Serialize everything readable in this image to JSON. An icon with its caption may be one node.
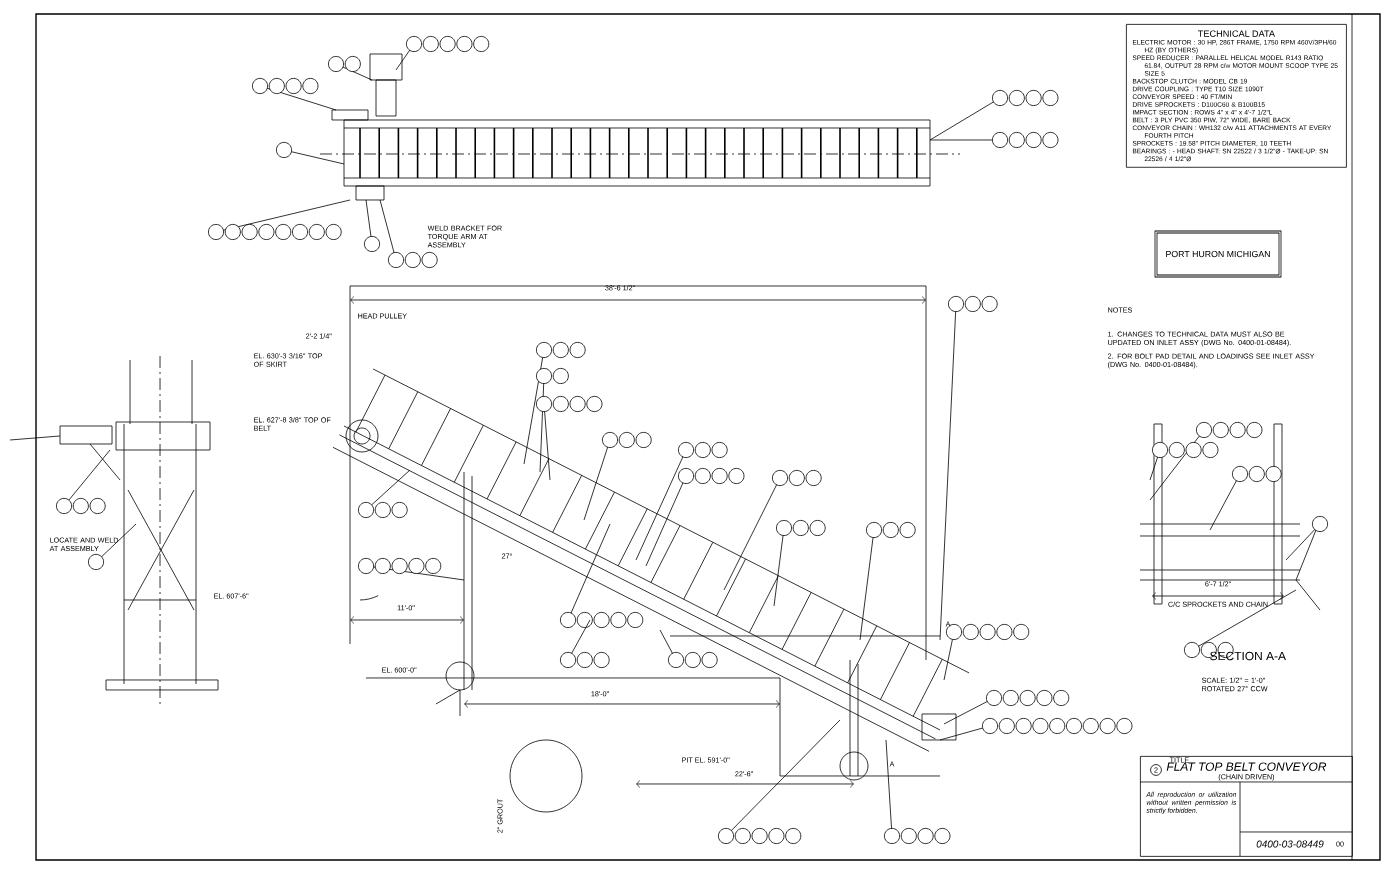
{
  "diagram": {
    "nodes": [
      {
        "text": [
          "TECHNICAL DATA",
          "ELECTRIC MOTOR : 30 HP, 286T FRAME, 1750 RPM 460V/3PH/60 HZ (BY OTHERS)",
          "SPEED REDUCER : PARALLEL HELICAL MODEL R143 RATIO 61.84, OUTPUT 28 RPM c/w MOTOR MOUNT SCOOP TYPE 25 SIZE 5",
          "BACKSTOP CLUTCH : MODEL CB 19",
          "DRIVE COUPLING : TYPE T10 SIZE 1090T",
          "CONVEYOR SPEED : 40 FT/MIN",
          "DRIVE SPROCKETS : D100C60 & B100B15",
          "IMPACT SECTION : ROWS 4\" x 4\" x 4'-7 1/2\"L",
          "BELT : 3 PLY PVC 350 PIW, 72\" WIDE, BARE BACK",
          "CONVEYOR CHAIN : WH132 c/w A11 ATTACHMENTS AT EVERY FOURTH PITCH",
          "SPROCKETS : 19.58\" PITCH DIAMETER, 10 TEETH",
          "BEARINGS : - HEAD SHAFT: SN 22522 / 3 1/2\"Ø - TAKE-UP: SN 22526 / 4 1/2\"Ø"
        ]
      },
      {
        "text": [
          "PORT HURON MICHIGAN"
        ]
      },
      {
        "text": [
          "FLAT TOP BELT CONVEYOR",
          "(CHAIN DRIVEN)",
          "All reproduction or utilization without written permission is strictly forbidden."
        ]
      }
    ],
    "labels": [
      "WELD BRACKET FOR TORQUE ARM AT ASSEMBLY",
      "NOTES",
      "1. CHANGES TO TECHNICAL DATA MUST ALSO BE UPDATED ON INLET ASSY (DWG No. 0400-01-08484).",
      "2. FOR BOLT PAD DETAIL AND LOADINGS SEE INLET ASSY (DWG No. 0400-01-08484).",
      "HEAD PULLEY",
      "38'-6 1/2\"",
      "2'-2 1/4\"",
      "EL. 630'-3 3/16\" TOP OF SKIRT",
      "EL. 627'-8 3/8\" TOP OF BELT",
      "LOCATE AND WELD AT ASSEMBLY",
      "EL. 607'-6\"",
      "11'-0\"",
      "EL. 600'-0\"",
      "27°",
      "18'-0\"",
      "PIT EL. 591'-0\"",
      "22'-6\"",
      "2\" GROUT",
      "A",
      "A",
      "6'-7 1/2\"",
      "C/C SPROCKETS AND CHAIN",
      "SECTION A-A",
      "SCALE: 1/2\" = 1'-0\" ROTATED 27° CCW",
      "TITLE",
      "2",
      "0400-03-08449",
      "00"
    ]
  }
}
